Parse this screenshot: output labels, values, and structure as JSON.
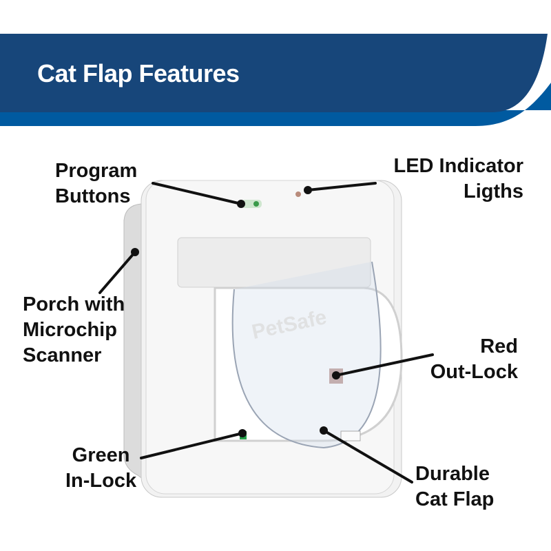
{
  "header": {
    "title": "Cat Flap Features",
    "colors": {
      "dark": "#17467a",
      "light": "#005aa0"
    }
  },
  "product": {
    "watermark": "PetSafe"
  },
  "callouts": [
    {
      "id": "program-buttons",
      "lines": [
        "Program",
        "Buttons"
      ]
    },
    {
      "id": "led-indicator",
      "lines": [
        "LED Indicator",
        "Ligths"
      ]
    },
    {
      "id": "porch-scanner",
      "lines": [
        "Porch with",
        "Microchip",
        "Scanner"
      ]
    },
    {
      "id": "red-out-lock",
      "lines": [
        "Red",
        "Out-Lock"
      ]
    },
    {
      "id": "green-in-lock",
      "lines": [
        "Green",
        "In-Lock"
      ]
    },
    {
      "id": "durable-flap",
      "lines": [
        "Durable",
        "Cat Flap"
      ]
    }
  ]
}
